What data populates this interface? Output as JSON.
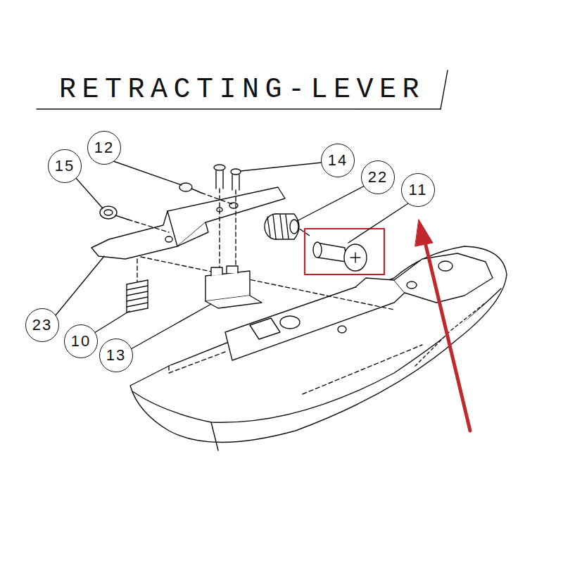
{
  "diagram": {
    "title": "RETRACTING-LEVER",
    "nodes": [
      {
        "text": [
          "15"
        ]
      },
      {
        "text": [
          "12"
        ]
      },
      {
        "text": [
          "14"
        ]
      },
      {
        "text": [
          "22"
        ]
      },
      {
        "text": [
          "11"
        ]
      },
      {
        "text": [
          "23"
        ]
      },
      {
        "text": [
          "10"
        ]
      },
      {
        "text": [
          "13"
        ]
      }
    ]
  }
}
